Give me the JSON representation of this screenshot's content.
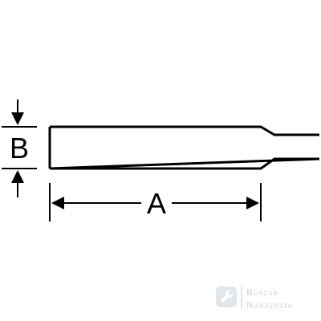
{
  "dimensions": {
    "width_label": "A",
    "height_label": "B"
  },
  "watermark": {
    "line1": "Roszak",
    "line2": "Narzędzia",
    "icon": "wrench-icon",
    "color": "#8fa6ad"
  },
  "colors": {
    "stroke": "#000000"
  }
}
